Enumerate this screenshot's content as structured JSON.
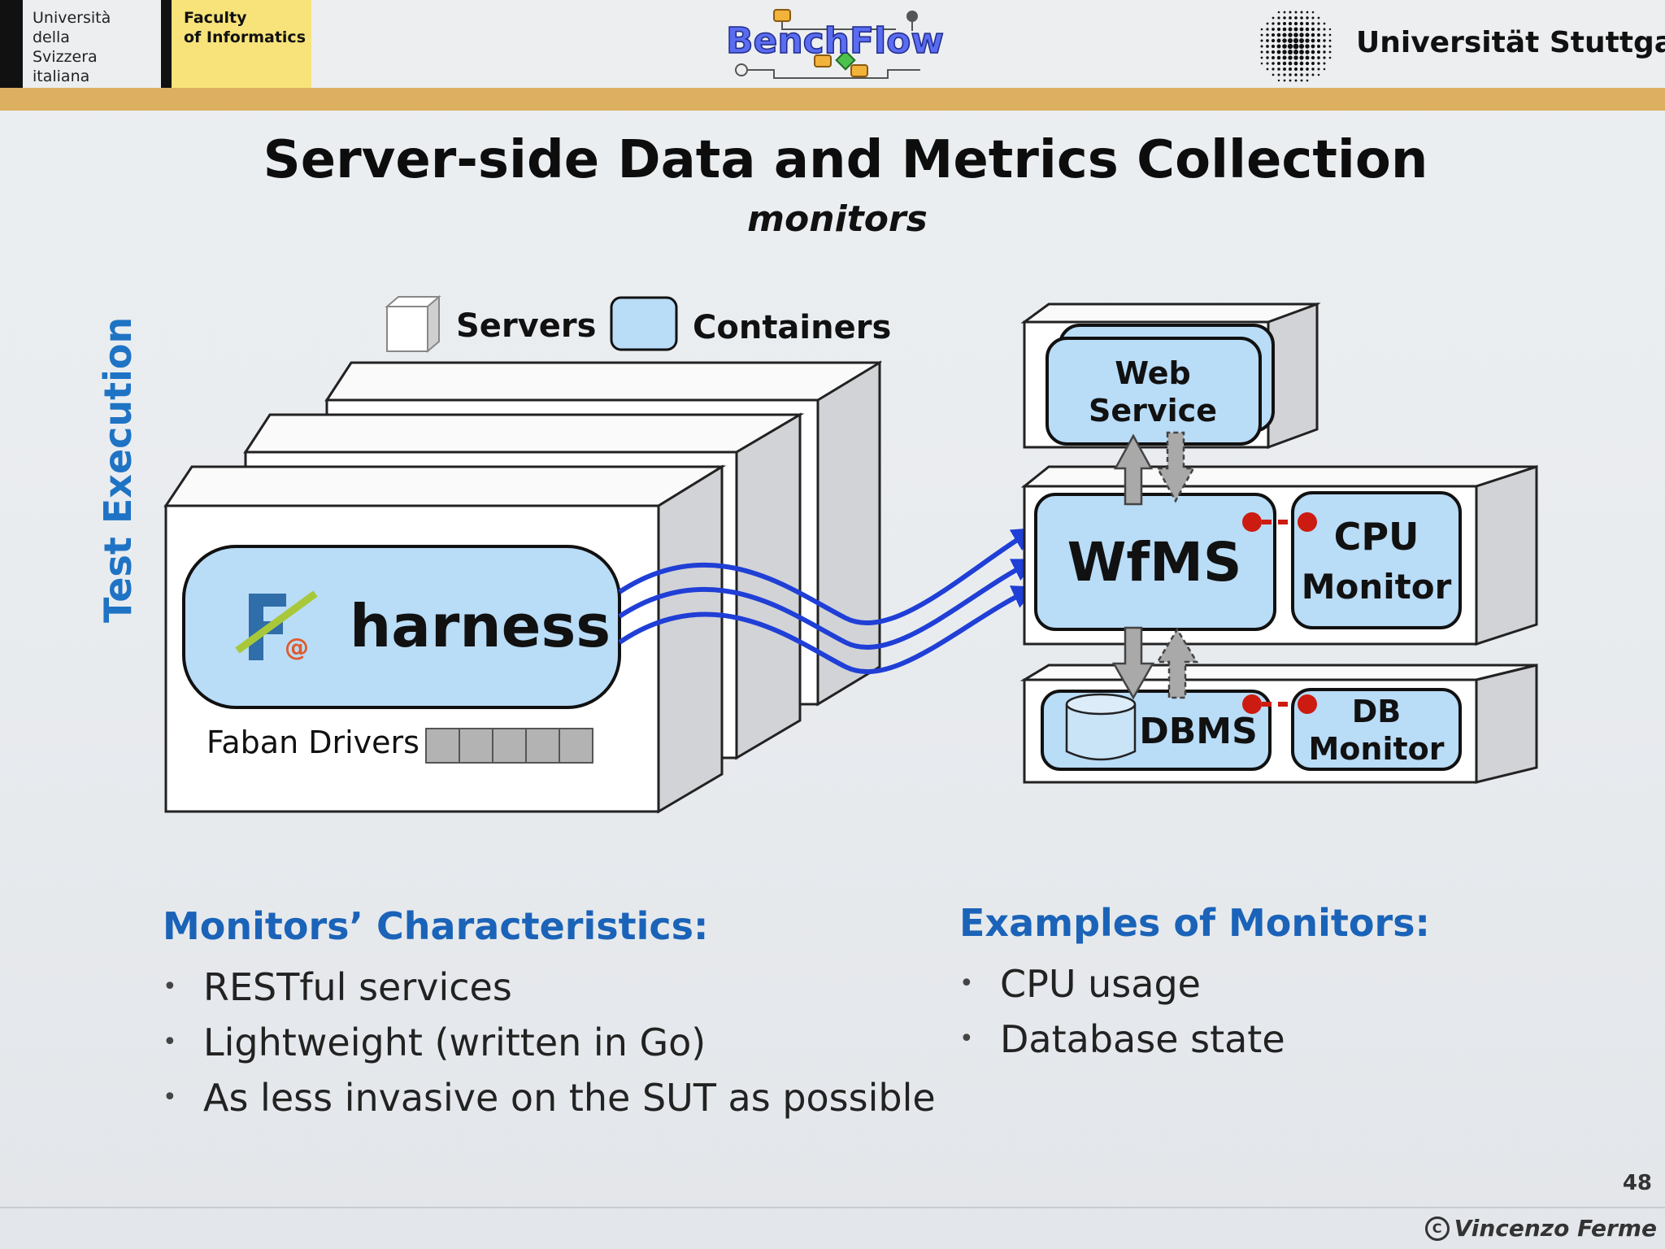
{
  "header": {
    "usi_lines": [
      "Università",
      "della",
      "Svizzera",
      "italiana"
    ],
    "faculty_lines": [
      "Faculty",
      "of Informatics"
    ],
    "logo_text": "BenchFlow",
    "university": "Universität Stuttgart"
  },
  "title": "Server-side Data and Metrics Collection",
  "subtitle": "monitors",
  "side_label": "Test Execution",
  "legend": {
    "servers": "Servers",
    "containers": "Containers"
  },
  "left_diagram": {
    "harness": "harness",
    "drivers": "Faban Drivers"
  },
  "right_diagram": {
    "web_service": [
      "Web",
      "Service"
    ],
    "wfms": "WfMS",
    "cpu_monitor": [
      "CPU",
      "Monitor"
    ],
    "dbms": "DBMS",
    "db_monitor": [
      "DB",
      "Monitor"
    ]
  },
  "left_column": {
    "heading": "Monitors’ Characteristics:",
    "items": [
      "RESTful services",
      "Lightweight (written in Go)",
      "As less invasive on the SUT as possible"
    ]
  },
  "right_column": {
    "heading": "Examples of Monitors:",
    "items": [
      "CPU usage",
      "Database state"
    ]
  },
  "footer": {
    "page_number": "48",
    "author": "Vincenzo Ferme"
  },
  "colors": {
    "container_fill": "#b9dcf7",
    "accent_blue": "#1f73c4",
    "arrow_blue": "#1f3fd6",
    "probe_red": "#cc1b10",
    "gold": "#dcb060"
  }
}
